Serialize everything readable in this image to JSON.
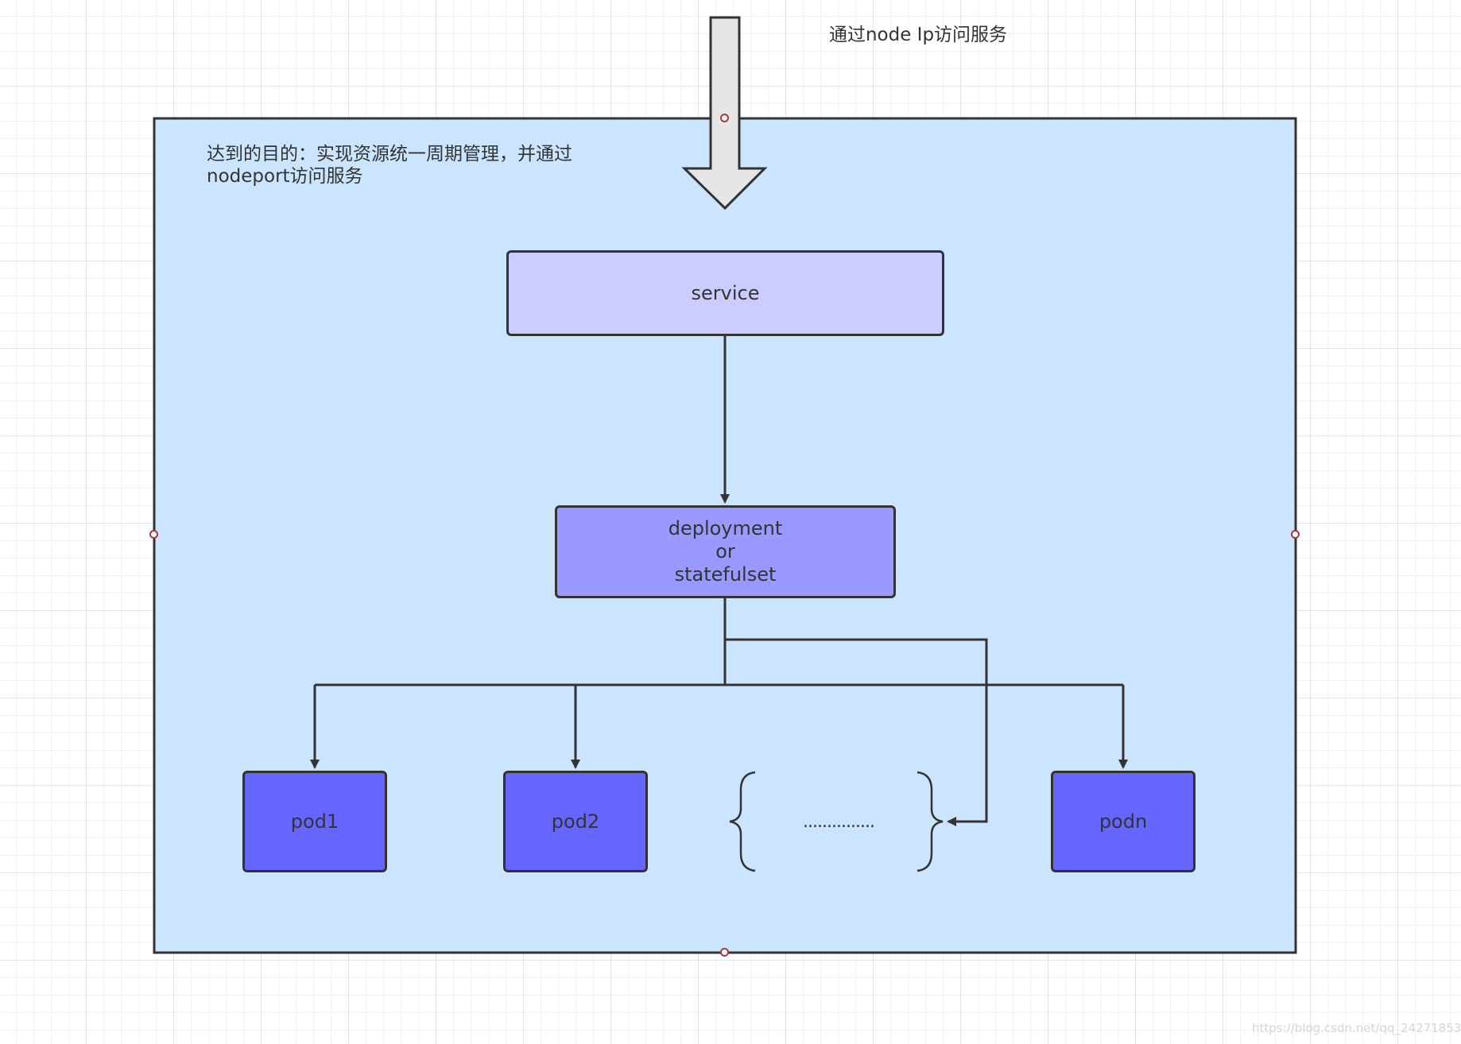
{
  "diagram": {
    "top_note": "通过node Ip访问服务",
    "goal_note_line1": "达到的目的：实现资源统一周期管理，并通过",
    "goal_note_line2": "nodeport访问服务",
    "service_label": "service",
    "deploy_lines": [
      "deployment",
      "or",
      "statefulset"
    ],
    "pods": [
      "pod1",
      "pod2",
      "podn"
    ],
    "ellipsis": "...............",
    "watermark": "https://blog.csdn.net/qq_24271853"
  },
  "colors": {
    "container_fill": "#cce5ff",
    "service_fill": "#ccccff",
    "deployment_fill": "#9999ff",
    "pod_fill": "#6666ff",
    "stroke": "#333333",
    "arrow_fill": "#e6e6e6"
  }
}
